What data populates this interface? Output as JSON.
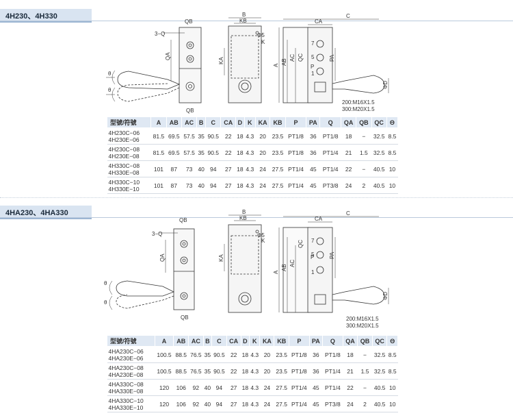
{
  "sections": [
    {
      "title": "4H230、4H330",
      "labels": {
        "front": [
          "QB",
          "3−Q",
          "QA",
          "θ",
          "θ",
          "QB"
        ],
        "side": [
          "B",
          "KB",
          "K",
          "KA",
          "Φ5"
        ],
        "right": [
          "C",
          "CA",
          "A",
          "AB",
          "AC",
          "QC",
          "P",
          "PA",
          "ΦD",
          "200:M16X1.5",
          "300:M20X1.5",
          "7",
          "5",
          "1"
        ]
      },
      "table": {
        "headers": [
          "型號/符號",
          "A",
          "AB",
          "AC",
          "B",
          "C",
          "CA",
          "D",
          "K",
          "KA",
          "KB",
          "P",
          "PA",
          "Q",
          "QA",
          "QB",
          "QC",
          "Θ"
        ],
        "rows": [
          {
            "models": [
              "4H230C−06",
              "4H230E−06"
            ],
            "values": [
              "81.5",
              "69.5",
              "57.5",
              "35",
              "90.5",
              "22",
              "18",
              "4.3",
              "20",
              "23.5",
              "PT1/8",
              "36",
              "PT1/8",
              "18",
              "−",
              "32.5",
              "8.5"
            ]
          },
          {
            "models": [
              "4H230C−08",
              "4H230E−08"
            ],
            "values": [
              "81.5",
              "69.5",
              "57.5",
              "35",
              "90.5",
              "22",
              "18",
              "4.3",
              "20",
              "23.5",
              "PT1/8",
              "36",
              "PT1/4",
              "21",
              "1.5",
              "32.5",
              "8.5"
            ]
          },
          {
            "models": [
              "4H330C−08",
              "4H330E−08"
            ],
            "values": [
              "101",
              "87",
              "73",
              "40",
              "94",
              "27",
              "18",
              "4.3",
              "24",
              "27.5",
              "PT1/4",
              "45",
              "PT1/4",
              "22",
              "−",
              "40.5",
              "10"
            ]
          },
          {
            "models": [
              "4H330C−10",
              "4H330E−10"
            ],
            "values": [
              "101",
              "87",
              "73",
              "40",
              "94",
              "27",
              "18",
              "4.3",
              "24",
              "27.5",
              "PT1/4",
              "45",
              "PT3/8",
              "24",
              "2",
              "40.5",
              "10"
            ]
          }
        ]
      }
    },
    {
      "title": "4HA230、4HA330",
      "labels": {
        "front": [
          "QB",
          "3−Q",
          "QA",
          "θ",
          "θ",
          "QB"
        ],
        "side": [
          "B",
          "KB",
          "K",
          "KA",
          "Φ5"
        ],
        "right": [
          "C",
          "CA",
          "A",
          "AB",
          "AC",
          "QC",
          "P",
          "PA",
          "ΦD",
          "200:M16X1.5",
          "300:M20X1.5",
          "7",
          "5",
          "1"
        ]
      },
      "table": {
        "headers": [
          "型號/符號",
          "A",
          "AB",
          "AC",
          "B",
          "C",
          "CA",
          "D",
          "K",
          "KA",
          "KB",
          "P",
          "PA",
          "Q",
          "QA",
          "QB",
          "QC",
          "Θ"
        ],
        "rows": [
          {
            "models": [
              "4HA230C−06",
              "4HA230E−06"
            ],
            "values": [
              "100.5",
              "88.5",
              "76.5",
              "35",
              "90.5",
              "22",
              "18",
              "4.3",
              "20",
              "23.5",
              "PT1/8",
              "36",
              "PT1/8",
              "18",
              "−",
              "32.5",
              "8.5"
            ]
          },
          {
            "models": [
              "4HA230C−08",
              "4HA230E−08"
            ],
            "values": [
              "100.5",
              "88.5",
              "76.5",
              "35",
              "90.5",
              "22",
              "18",
              "4.3",
              "20",
              "23.5",
              "PT1/8",
              "36",
              "PT1/4",
              "21",
              "1.5",
              "32.5",
              "8.5"
            ]
          },
          {
            "models": [
              "4HA330C−08",
              "4HA330E−08"
            ],
            "values": [
              "120",
              "106",
              "92",
              "40",
              "94",
              "27",
              "18",
              "4.3",
              "24",
              "27.5",
              "PT1/4",
              "45",
              "PT1/4",
              "22",
              "−",
              "40.5",
              "10"
            ]
          },
          {
            "models": [
              "4HA330C−10",
              "4HA330E−10"
            ],
            "values": [
              "120",
              "106",
              "92",
              "40",
              "94",
              "27",
              "18",
              "4.3",
              "24",
              "27.5",
              "PT1/4",
              "45",
              "PT3/8",
              "24",
              "2",
              "40.5",
              "10"
            ]
          }
        ]
      }
    }
  ]
}
